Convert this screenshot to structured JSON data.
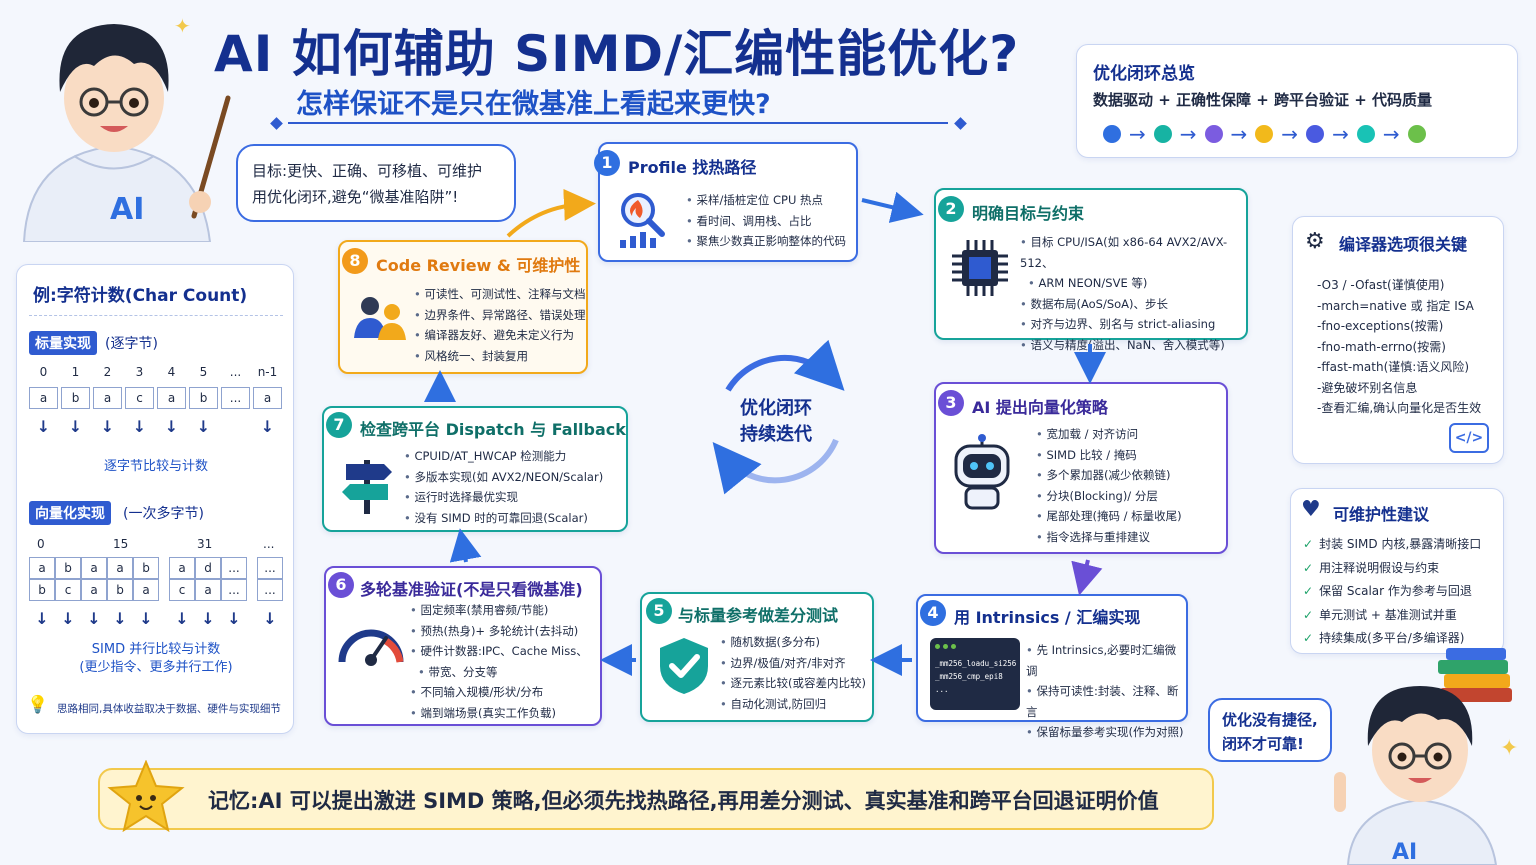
{
  "header": {
    "title": "AI 如何辅助 SIMD/汇编性能优化?",
    "subtitle": "怎样保证不是只在微基准上看起来更快?"
  },
  "goal_bubble": {
    "line1": "目标:更快、正确、可移植、可维护",
    "line2": "用优化闭环,避免“微基准陷阱”!"
  },
  "overview": {
    "title": "优化闭环总览",
    "subtitle": "数据驱动 + 正确性保障 + 跨平台验证 + 代码质量",
    "dot_colors": [
      "#2f6fe0",
      "#17b3a3",
      "#7b5ce0",
      "#f2b91b",
      "#4a5ae0",
      "#19c2b5",
      "#6cc04a"
    ]
  },
  "steps": [
    {
      "num": "1",
      "title": "Profile 找热路径",
      "color": "#2f6fe0",
      "bullets": [
        "采样/插桩定位 CPU 热点",
        "看时间、调用栈、占比",
        "聚焦少数真正影响整体的代码"
      ]
    },
    {
      "num": "2",
      "title": "明确目标与约束",
      "color": "#16a39a",
      "bullets": [
        "目标 CPU/ISA(如 x86-64 AVX2/AVX-512、",
        "ARM NEON/SVE 等)",
        "数据布局(AoS/SoA)、步长",
        "对齐与边界、别名与 strict-aliasing",
        "语义与精度(溢出、NaN、舍入模式等)"
      ]
    },
    {
      "num": "3",
      "title": "AI 提出向量化策略",
      "color": "#6a4fd6",
      "bullets": [
        "宽加载 / 对齐访问",
        "SIMD 比较 / 掩码",
        "多个累加器(减少依赖链)",
        "分块(Blocking)/ 分层",
        "尾部处理(掩码 / 标量收尾)",
        "指令选择与重排建议"
      ]
    },
    {
      "num": "4",
      "title": "用 Intrinsics / 汇编实现",
      "color": "#2f6fe0",
      "bullets": [
        "先 Intrinsics,必要时汇编微调",
        "保持可读性:封装、注释、断言",
        "保留标量参考实现(作为对照)"
      ]
    },
    {
      "num": "5",
      "title": "与标量参考做差分测试",
      "color": "#16a39a",
      "bullets": [
        "随机数据(多分布)",
        "边界/极值/对齐/非对齐",
        "逐元素比较(或容差内比较)",
        "自动化测试,防回归"
      ]
    },
    {
      "num": "6",
      "title": "多轮基准验证(不是只看微基准)",
      "color": "#6a4fd6",
      "bullets": [
        "固定频率(禁用睿频/节能)",
        "预热(热身)+ 多轮统计(去抖动)",
        "硬件计数器:IPC、Cache Miss、",
        "带宽、分支等",
        "不同输入规模/形状/分布",
        "端到端场景(真实工作负载)"
      ]
    },
    {
      "num": "7",
      "title": "检查跨平台 Dispatch 与 Fallback",
      "color": "#16a39a",
      "bullets": [
        "CPUID/AT_HWCAP 检测能力",
        "多版本实现(如 AVX2/NEON/Scalar)",
        "运行时选择最优实现",
        "没有 SIMD 时的可靠回退(Scalar)"
      ]
    },
    {
      "num": "8",
      "title": "Code Review & 可维护性",
      "color": "#f29a1b",
      "bullets": [
        "可读性、可测试性、注释与文档",
        "边界条件、异常路径、错误处理",
        "编译器友好、避免未定义行为",
        "风格统一、封装复用"
      ]
    }
  ],
  "code_snippet": {
    "line1": "_mm256_loadu_si256",
    "line2": "_mm256_cmp_epi8",
    "line3": "..."
  },
  "cycle": {
    "line1": "优化闭环",
    "line2": "持续迭代"
  },
  "compiler": {
    "title": "编译器选项很关键",
    "items": [
      "-O3 / -Ofast(谨慎使用)",
      "-march=native 或 指定 ISA",
      "-fno-exceptions(按需)",
      "-fno-math-errno(按需)",
      "-ffast-math(谨慎:语义风险)",
      "-避免破坏别名信息",
      "-查看汇编,确认向量化是否生效"
    ],
    "code_icon": "</>"
  },
  "maintain": {
    "title": "可维护性建议",
    "items": [
      "封装 SIMD 内核,暴露清晰接口",
      "用注释说明假设与约束",
      "保留 Scalar 作为参考与回退",
      "单元测试 + 基准测试并重",
      "持续集成(多平台/多编译器)"
    ]
  },
  "example": {
    "title": "例:字符计数(Char Count)",
    "scalar_tag": "标量实现",
    "scalar_note": "(逐字节)",
    "scalar_indices": [
      "0",
      "1",
      "2",
      "3",
      "4",
      "5",
      "...",
      "n-1"
    ],
    "scalar_cells": [
      "a",
      "b",
      "a",
      "c",
      "a",
      "b",
      "...",
      "a"
    ],
    "scalar_caption": "逐字节比较与计数",
    "vector_tag": "向量化实现",
    "vector_note": "(一次多字节)",
    "vector_indices": [
      "0",
      "15",
      "31",
      "..."
    ],
    "vector_row1": [
      "a",
      "b",
      "a",
      "a",
      "b",
      "a",
      "d",
      "...",
      "..."
    ],
    "vector_row2": [
      "b",
      "c",
      "a",
      "b",
      "a",
      "c",
      "a",
      "...",
      "..."
    ],
    "vector_caption1": "SIMD 并行比较与计数",
    "vector_caption2": "(更少指令、更多并行工作)",
    "tip": "思路相同,具体收益取决于数据、硬件与实现细节"
  },
  "mascot_bubble": {
    "line1": "优化没有捷径,",
    "line2": "闭环才可靠!"
  },
  "banner": {
    "text": "记忆:AI 可以提出激进 SIMD 策略,但必须先找热路径,再用差分测试、真实基准和跨平台回退证明价值"
  },
  "mascot_badge": "AI"
}
